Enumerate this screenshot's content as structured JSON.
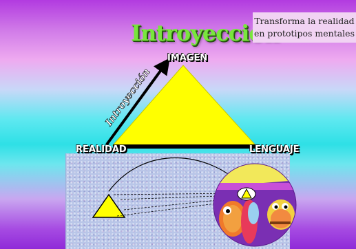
{
  "slide": {
    "title": "Introyección",
    "note_line1": "Transforma la realidad",
    "note_line2": "en prototipos mentales",
    "label_top": "IMAGEN",
    "label_left": "REALIDAD",
    "label_right": "LENGUAJE",
    "arrow_text": "Introyección"
  },
  "colors": {
    "triangle": "#ffff00",
    "title_green": "#79e63d",
    "note_bg": "#f1d3f3"
  }
}
